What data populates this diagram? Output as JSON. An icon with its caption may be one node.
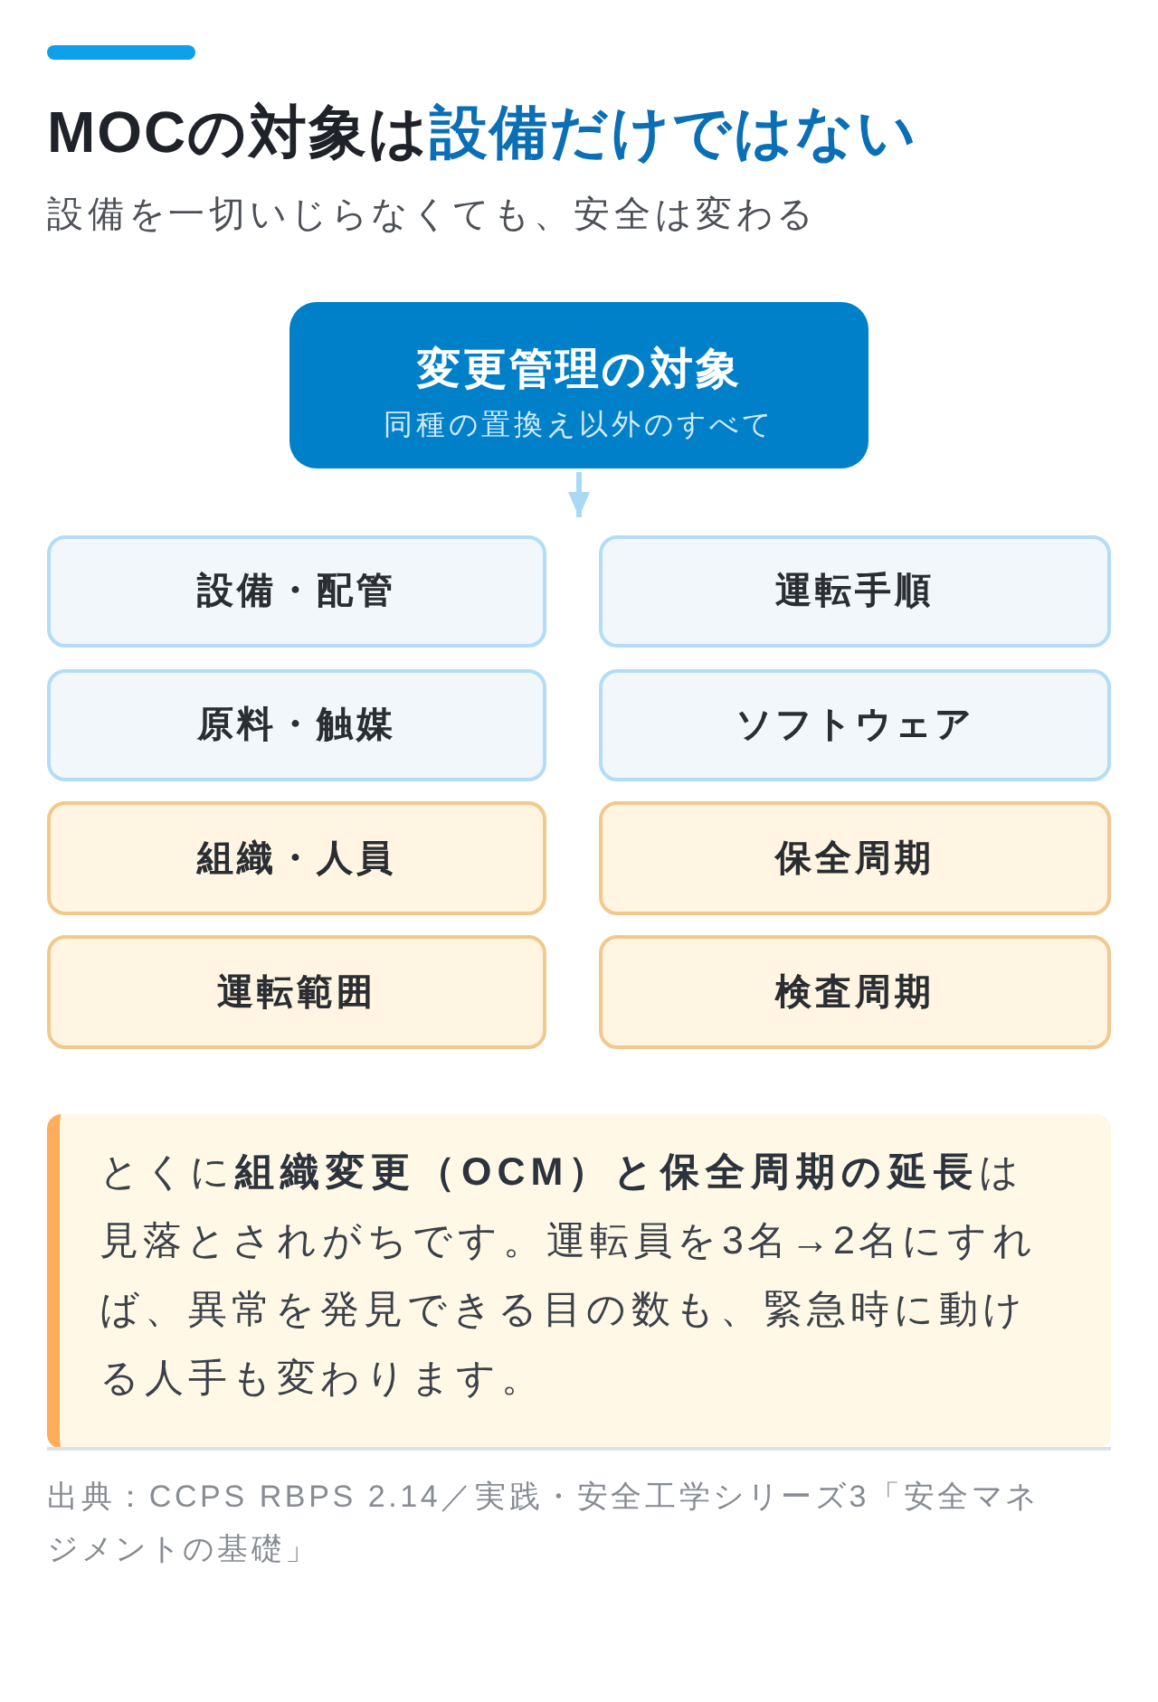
{
  "diagram": {
    "title": "MOCの対象は**設備だけではない**",
    "nodes": [
      {
        "text": [
          "変更管理の対象",
          "同種の置換え以外のすべて"
        ]
      },
      {
        "text": [
          "設備・配管"
        ]
      },
      {
        "text": [
          "運転手順"
        ]
      },
      {
        "text": [
          "原料・触媒"
        ]
      },
      {
        "text": [
          "ソフトウェア"
        ]
      },
      {
        "text": [
          "組織・人員"
        ]
      },
      {
        "text": [
          "保全周期"
        ]
      },
      {
        "text": [
          "運転範囲"
        ]
      },
      {
        "text": [
          "検査周期"
        ]
      },
      {
        "text": [
          "とくに**組織変更（OCM）と保全周期の延長**は見落とされがちです。運転員を3名→2名にすれば、異常を発見できる目の数も、緊急時に動ける人手も変わります。"
        ]
      }
    ],
    "edges": [
      {
        "from": 0,
        "to": 1,
        "arrow": "to"
      }
    ],
    "labels": [
      "設備を一切いじらなくても、安全は変わる",
      "出典：CCPS RBPS 2.14／実践・安全工学シリーズ3「安全マネジメントの基礎」"
    ]
  }
}
